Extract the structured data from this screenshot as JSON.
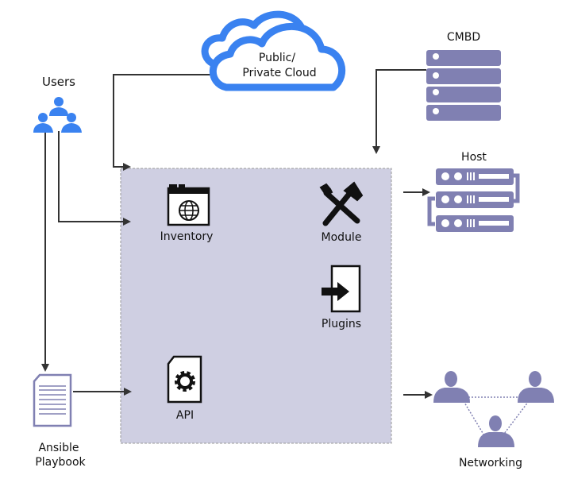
{
  "labels": {
    "users": "Users",
    "cloud_line1": "Public/",
    "cloud_line2": "Private Cloud",
    "cmbd": "CMBD",
    "host": "Host",
    "inventory": "Inventory",
    "module": "Module",
    "plugins": "Plugins",
    "api": "API",
    "playbook_line1": "Ansible",
    "playbook_line2": "Playbook",
    "networking": "Networking"
  },
  "colors": {
    "cloud_blue": "#3a82f0",
    "users_blue": "#3a82f0",
    "node_purple": "#8080b2",
    "engine_box": "#cfcfe2"
  }
}
